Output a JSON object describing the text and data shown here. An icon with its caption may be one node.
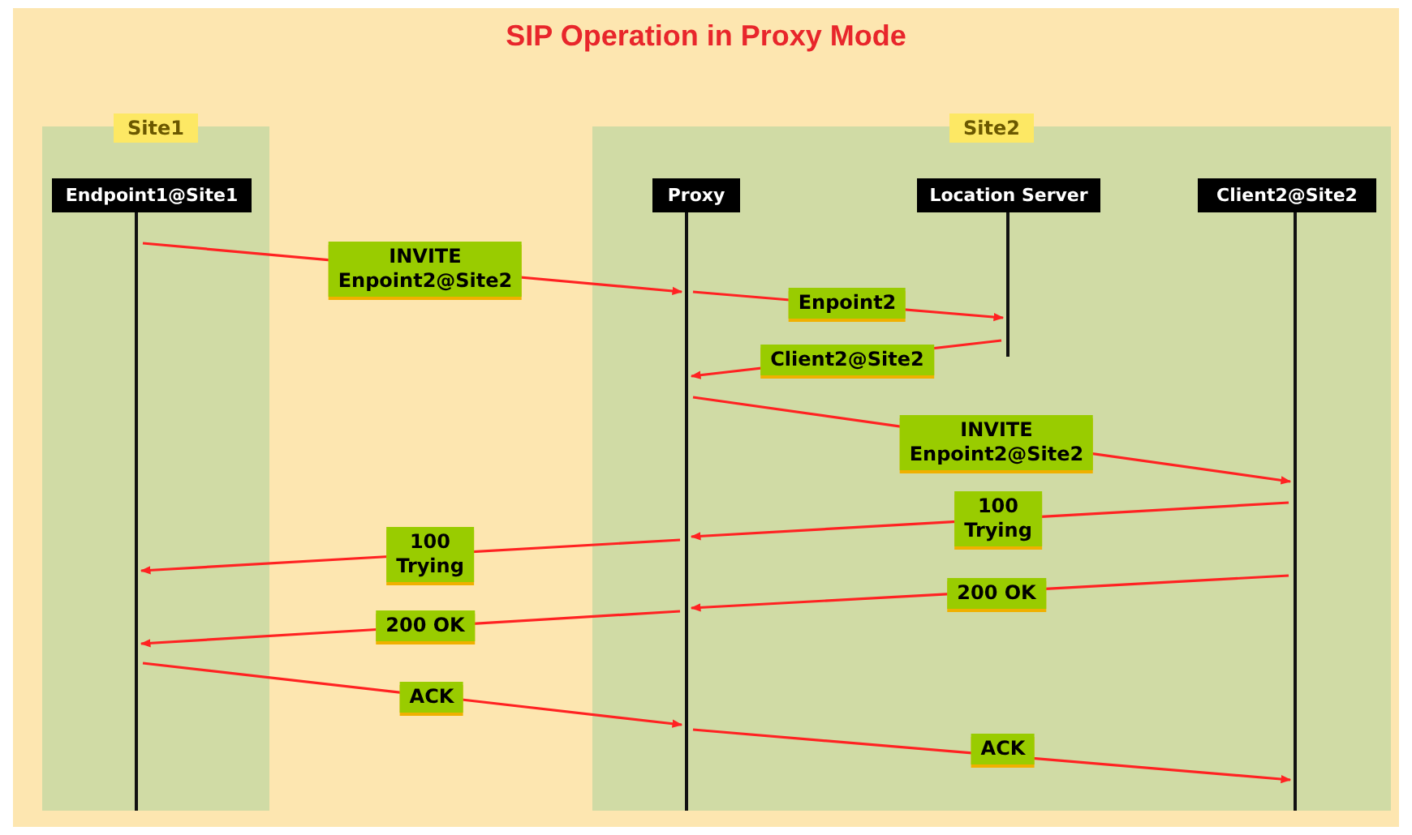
{
  "diagram": {
    "title": "SIP Operation in Proxy Mode",
    "nodes": [
      {
        "text": [
          "Site1"
        ]
      },
      {
        "text": [
          "Site2"
        ]
      },
      {
        "text": [
          "Endpoint1@Site1"
        ],
        "in": 0
      },
      {
        "text": [
          "Proxy"
        ],
        "in": 1
      },
      {
        "text": [
          "Location Server"
        ],
        "in": 1
      },
      {
        "text": [
          "Client2@Site2"
        ],
        "in": 1
      }
    ],
    "edges": [
      {
        "from": 2,
        "to": 3,
        "arrow": "to",
        "label": "INVITE Enpoint2@Site2"
      },
      {
        "from": 3,
        "to": 4,
        "arrow": "to",
        "label": "Enpoint2"
      },
      {
        "from": 4,
        "to": 3,
        "arrow": "to",
        "label": "Client2@Site2"
      },
      {
        "from": 3,
        "to": 5,
        "arrow": "to",
        "label": "INVITE Enpoint2@Site2"
      },
      {
        "from": 5,
        "to": 3,
        "arrow": "to",
        "label": "100 Trying"
      },
      {
        "from": 3,
        "to": 2,
        "arrow": "to",
        "label": "100 Trying"
      },
      {
        "from": 5,
        "to": 3,
        "arrow": "to",
        "label": "200 OK"
      },
      {
        "from": 3,
        "to": 2,
        "arrow": "to",
        "label": "200 OK"
      },
      {
        "from": 2,
        "to": 3,
        "arrow": "to",
        "label": "ACK"
      },
      {
        "from": 3,
        "to": 5,
        "arrow": "to",
        "label": "ACK"
      }
    ]
  }
}
